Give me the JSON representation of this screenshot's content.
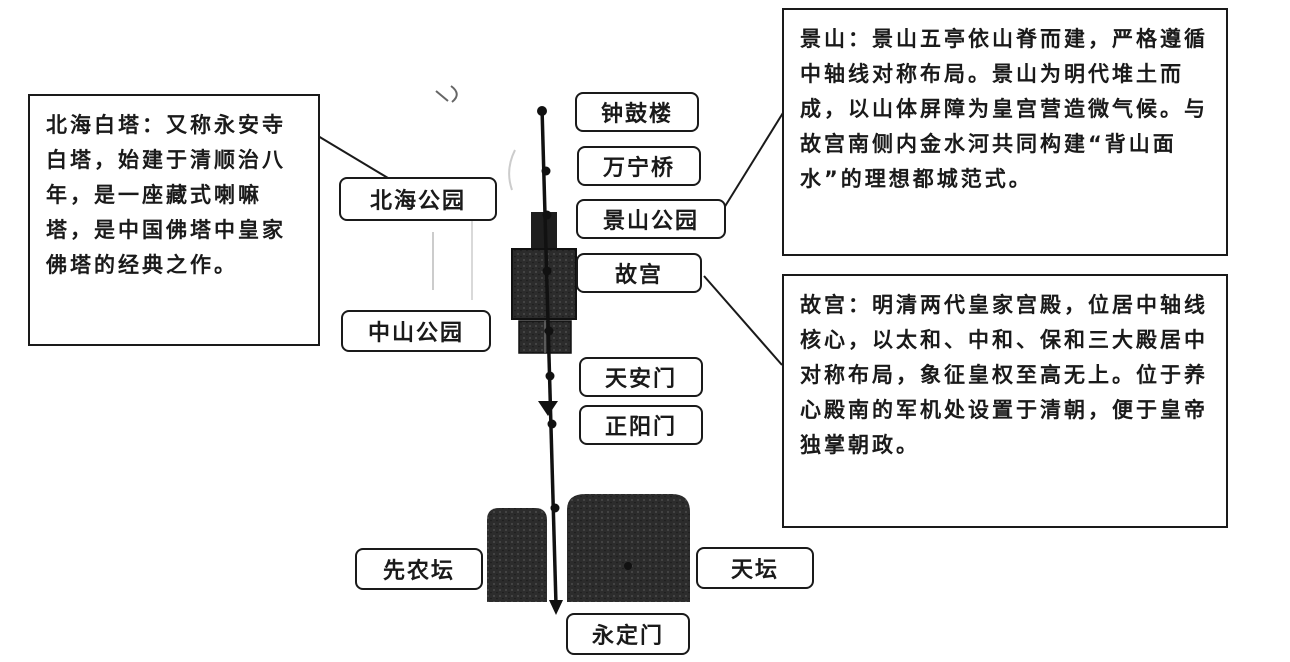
{
  "diagram": {
    "landmarks": {
      "zhonggulou": "钟鼓楼",
      "wanningqiao": "万宁桥",
      "jingshan": "景山公园",
      "beihai": "北海公园",
      "gugong": "故宫",
      "zhongshan": "中山公园",
      "tiananmen": "天安门",
      "zhengyangmen": "正阳门",
      "xiannongtan": "先农坛",
      "tiantan": "天坛",
      "yongdingmen": "永定门"
    },
    "notes": {
      "beihai": "北海白塔：又称永安寺白塔，始建于清顺治八年，是一座藏式喇嘛塔，是中国佛塔中皇家佛塔的经典之作。",
      "jingshan": "景山：景山五亭依山脊而建，严格遵循中轴线对称布局。景山为明代堆土而成，以山体屏障为皇宫营造微气候。与故宫南侧内金水河共同构建“背山面水”的理想都城范式。",
      "gugong": "故宫：明清两代皇家宫殿，位居中轴线核心，以太和、中和、保和三大殿居中对称布局，象征皇权至高无上。位于养心殿南的军机处设置于清朝，便于皇帝独掌朝政。"
    }
  }
}
